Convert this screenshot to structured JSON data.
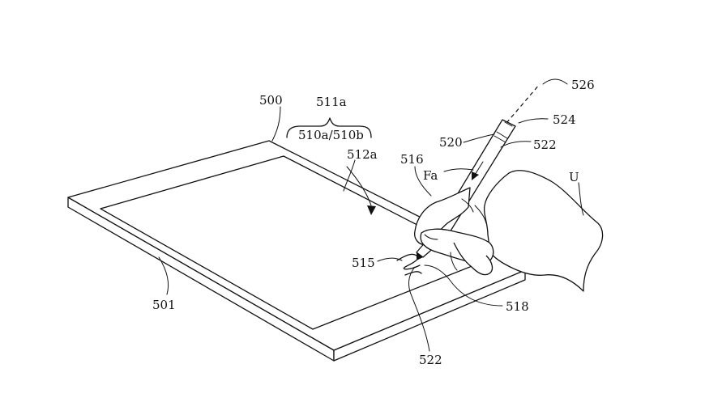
{
  "figure": {
    "device_label": "500",
    "device_edge_label": "501",
    "display_group_label": "511a",
    "display_label": "510a/510b",
    "input_point_label": "512a",
    "tip_label": "515",
    "pencil_label": "520",
    "pencil_body_label": "522",
    "tip_contact_label": "522",
    "end_label": "524",
    "axis_label": "526",
    "grip_label": "516",
    "stroke_label": "518",
    "force_label": "Fa",
    "user_label": "U"
  }
}
